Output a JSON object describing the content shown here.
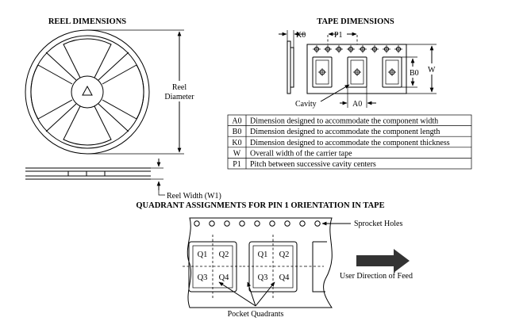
{
  "reel": {
    "title": "REEL DIMENSIONS",
    "diameter_label_line1": "Reel",
    "diameter_label_line2": "Diameter",
    "width_label": "Reel Width (W1)"
  },
  "tape": {
    "title": "TAPE DIMENSIONS",
    "k0": "K0",
    "p1": "P1",
    "b0": "B0",
    "w": "W",
    "a0": "A0",
    "cavity": "Cavity"
  },
  "legend": {
    "rows": [
      {
        "code": "A0",
        "desc": "Dimension designed to accommodate the component width"
      },
      {
        "code": "B0",
        "desc": "Dimension designed to accommodate the component length"
      },
      {
        "code": "K0",
        "desc": "Dimension designed to accommodate the component thickness"
      },
      {
        "code": "W",
        "desc": "Overall width of the carrier tape"
      },
      {
        "code": "P1",
        "desc": "Pitch between successive cavity centers"
      }
    ]
  },
  "quadrant": {
    "title": "QUADRANT ASSIGNMENTS FOR PIN 1 ORIENTATION IN TAPE",
    "sprocket_holes": "Sprocket Holes",
    "feed": "User Direction of Feed",
    "pocket_quadrants": "Pocket Quadrants",
    "pocket1": {
      "q1": "Q1",
      "q2": "Q2",
      "q3": "Q3",
      "q4": "Q4"
    },
    "pocket2": {
      "q1": "Q1",
      "q2": "Q2",
      "q3": "Q3",
      "q4": "Q4"
    }
  }
}
